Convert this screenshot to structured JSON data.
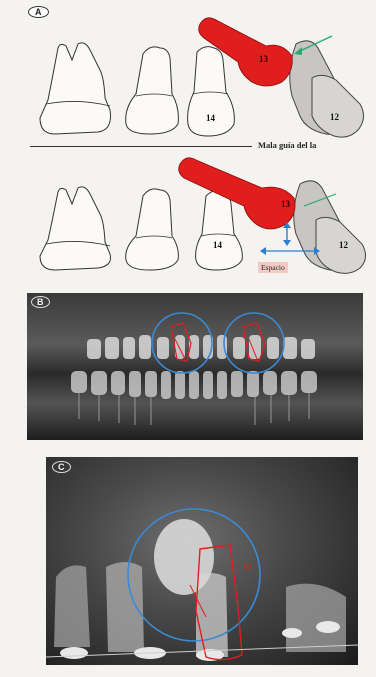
{
  "panels": {
    "a": {
      "badge": "A",
      "top": {
        "labels": {
          "t13": "13",
          "t14": "14",
          "t12": "12"
        }
      },
      "caption": "Mala guía del la",
      "bottom": {
        "labels": {
          "t13": "13",
          "t14": "14",
          "t12": "12"
        },
        "space_label": "Espacio"
      }
    },
    "b": {
      "badge": "B"
    },
    "c": {
      "badge": "C",
      "annotation": "13"
    }
  },
  "colors": {
    "guide_red": "#e01e1e",
    "circle_blue": "#3a8ad6",
    "arrow_green": "#2aa86e",
    "spacing_arrow_blue": "#2a7fd0"
  }
}
